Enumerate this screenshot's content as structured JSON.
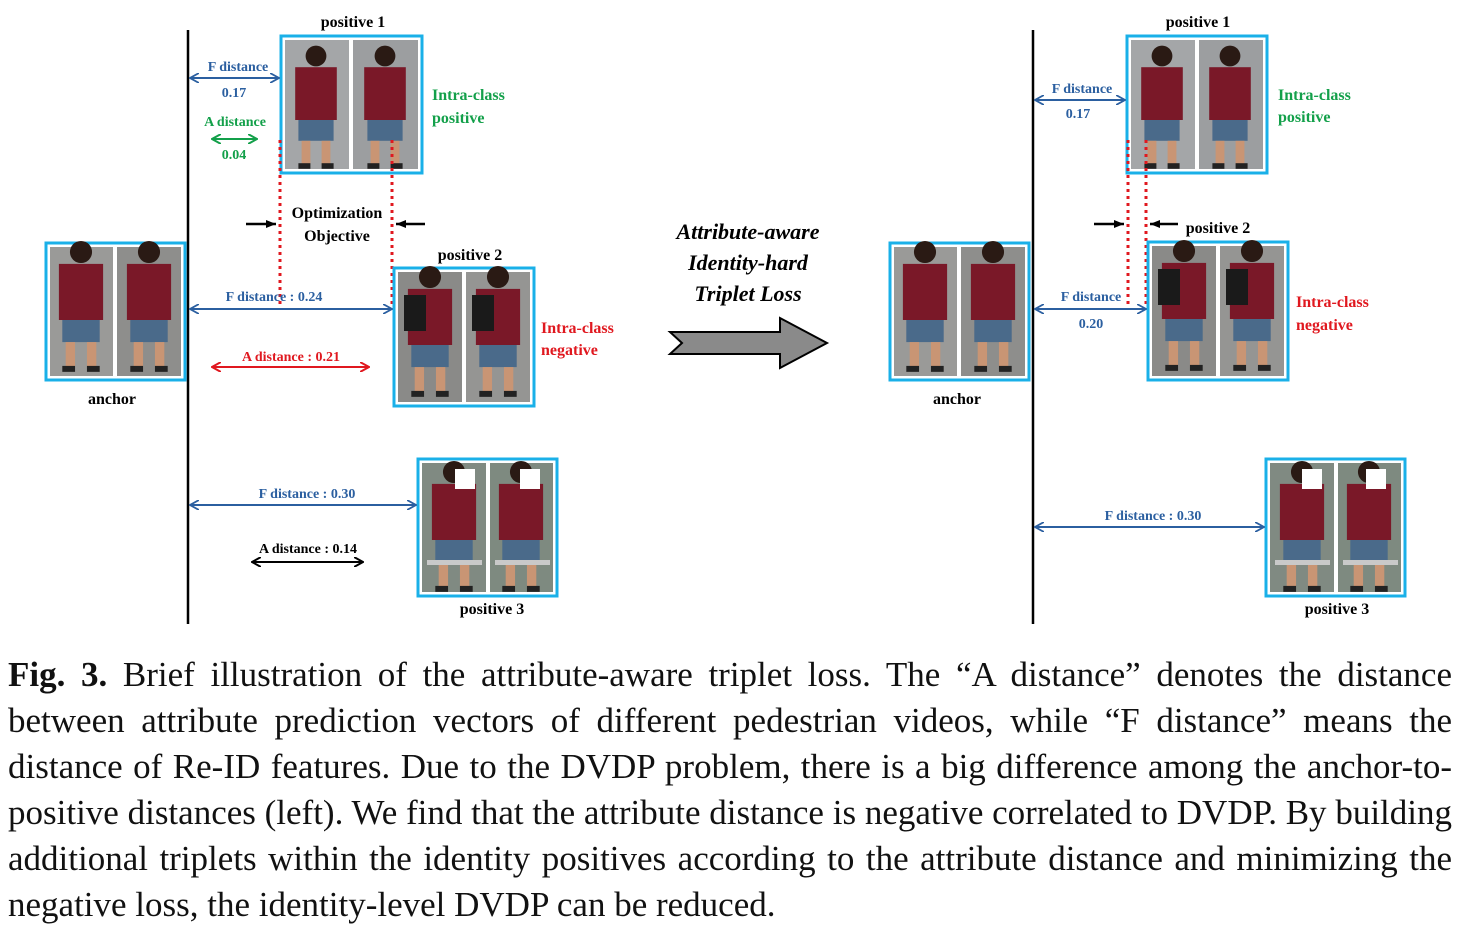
{
  "colors": {
    "frame": "#1ab0e8",
    "f_distance": "#2b5fa0",
    "a_distance_pos": "#13a04a",
    "a_distance_neg": "#e0181f",
    "a_distance_neutral": "#000000",
    "optimization_dots": "#e0181f",
    "shirt": "#7a1828",
    "shorts": "#4a6a8a",
    "skin": "#c99574",
    "background": "#9a9a98"
  },
  "left": {
    "positive1_label": "positive 1",
    "positive1_f_label": "F distance",
    "positive1_f_value": "0.17",
    "positive1_a_label": "A distance",
    "positive1_a_value": "0.04",
    "intra_pos_line1": "Intra-class",
    "intra_pos_line2": "positive",
    "optim_line1": "Optimization",
    "optim_line2": "Objective",
    "positive2_label": "positive 2",
    "positive2_f": "F distance : 0.24",
    "positive2_a": "A distance : 0.21",
    "intra_neg_line1": "Intra-class",
    "intra_neg_line2": "negative",
    "anchor_label": "anchor",
    "positive3_f": "F distance : 0.30",
    "positive3_a": "A distance : 0.14",
    "positive3_label": "positive 3"
  },
  "middle": {
    "loss_line1": "Attribute-aware",
    "loss_line2": "Identity-hard",
    "loss_line3": "Triplet Loss",
    "arrow_icon": "right-arrow-icon"
  },
  "right": {
    "positive1_label": "positive 1",
    "positive1_f_label": "F distance",
    "positive1_f_value": "0.17",
    "intra_pos_line1": "Intra-class",
    "intra_pos_line2": "positive",
    "positive2_label": "positive 2",
    "positive2_f_label": "F distance",
    "positive2_f_value": "0.20",
    "intra_neg_line1": "Intra-class",
    "intra_neg_line2": "negative",
    "anchor_label": "anchor",
    "positive3_f": "F distance : 0.30",
    "positive3_label": "positive 3"
  },
  "caption": {
    "label": "Fig. 3.",
    "text": " Brief illustration of the attribute-aware triplet loss. The “A distance” denotes the distance between attribute prediction vectors of different pedestrian videos, while “F distance” means the distance of Re-ID features. Due to the DVDP problem, there is a big difference among the anchor-to-positive distances (left). We find that the attribute distance is negative correlated to DVDP. By building additional triplets within the identity positives according to the attribute distance and minimizing the negative loss, the identity-level DVDP can be reduced."
  }
}
